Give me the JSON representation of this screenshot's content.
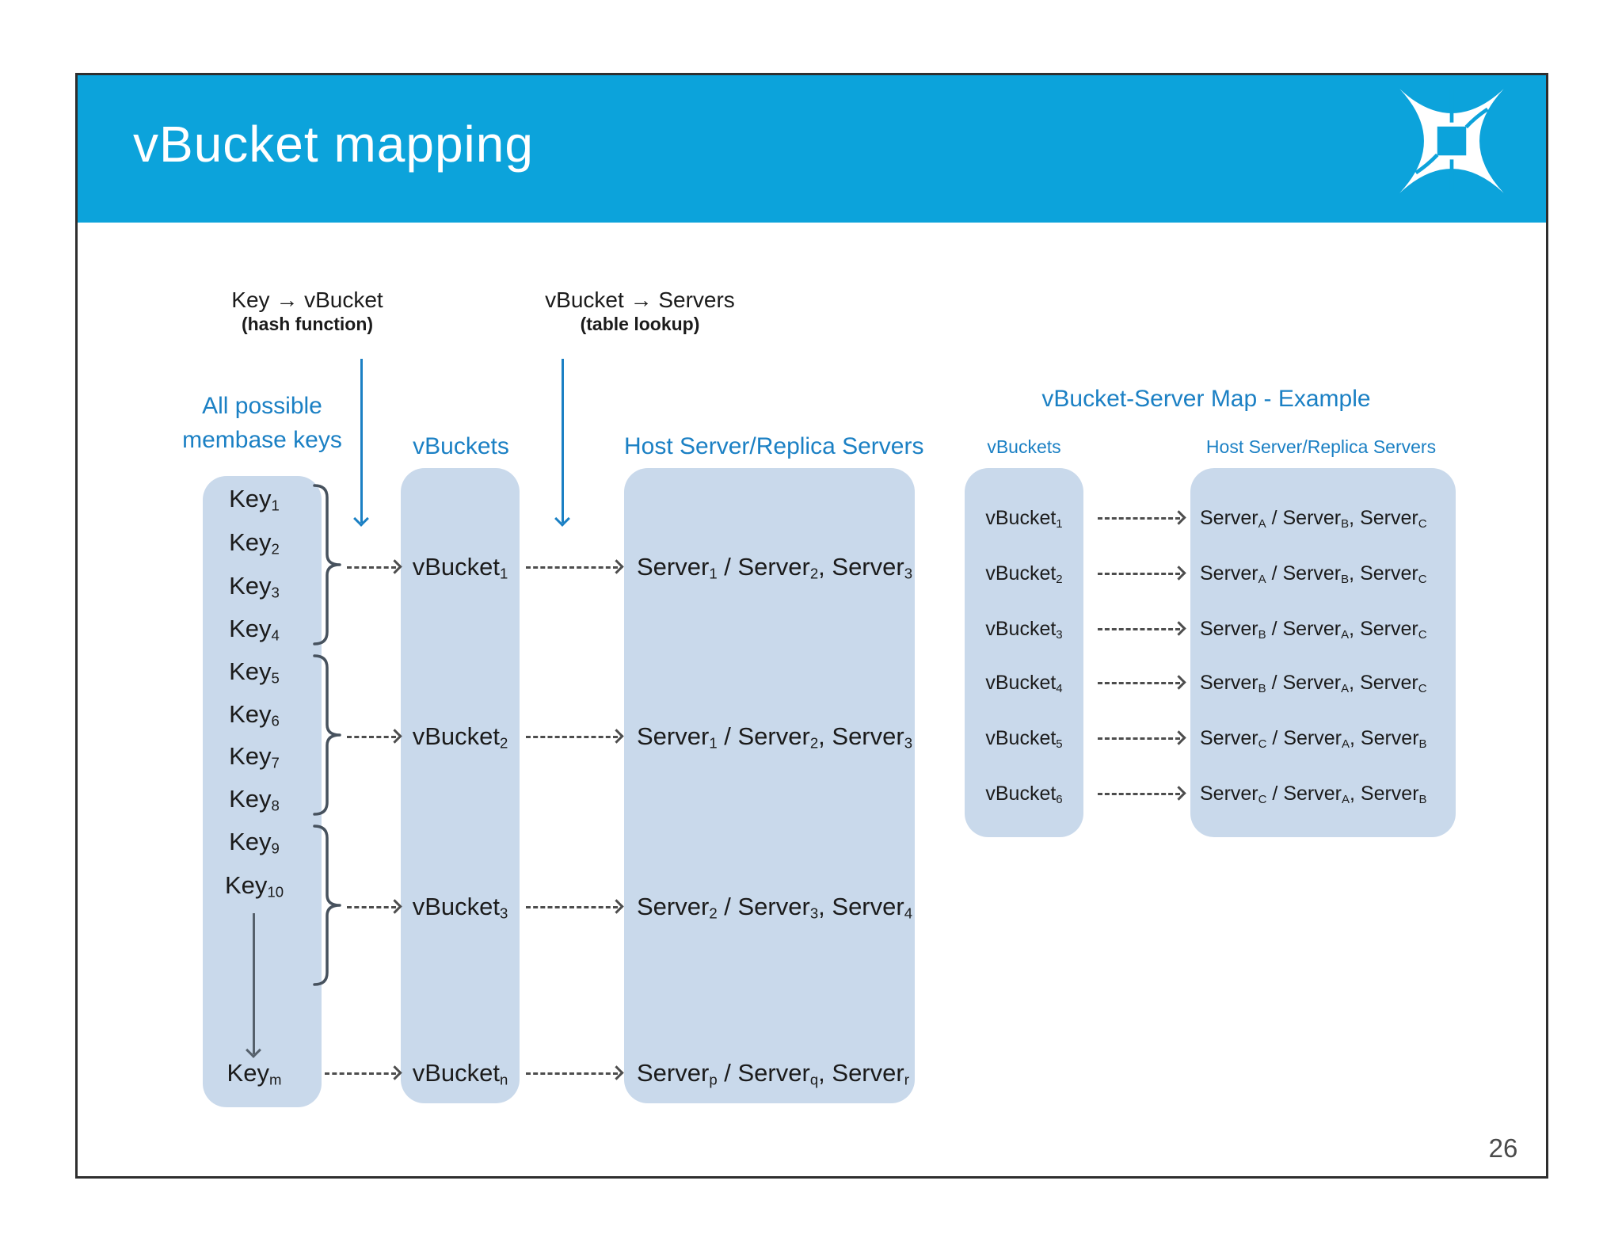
{
  "slide": {
    "title": "vBucket mapping",
    "page_number": "26",
    "logo_icon": "membase-starburst-logo"
  },
  "colors": {
    "header_blue": "#0ca3db",
    "label_blue": "#1b80c4",
    "box_fill": "#c9d9eb",
    "arrow_gray": "#4d4d4d",
    "text_dark": "#1b1b1b"
  },
  "seps": {
    "slash": " / ",
    "comma": ", "
  },
  "annotations": {
    "hash": {
      "line1": "Key → vBucket",
      "line2": "(hash function)"
    },
    "lookup": {
      "line1": "vBucket → Servers",
      "line2": "(table lookup)"
    }
  },
  "main": {
    "keys_header_line1": "All possible",
    "keys_header_line2": "membase keys",
    "vbuckets_header": "vBuckets",
    "servers_header": "Host Server/Replica Servers",
    "keys": [
      {
        "base": "Key",
        "sub": "1"
      },
      {
        "base": "Key",
        "sub": "2"
      },
      {
        "base": "Key",
        "sub": "3"
      },
      {
        "base": "Key",
        "sub": "4"
      },
      {
        "base": "Key",
        "sub": "5"
      },
      {
        "base": "Key",
        "sub": "6"
      },
      {
        "base": "Key",
        "sub": "7"
      },
      {
        "base": "Key",
        "sub": "8"
      },
      {
        "base": "Key",
        "sub": "9"
      },
      {
        "base": "Key",
        "sub": "10"
      },
      {
        "base": "Key",
        "sub": "m"
      }
    ],
    "vbuckets": [
      {
        "base": "vBucket",
        "sub": "1"
      },
      {
        "base": "vBucket",
        "sub": "2"
      },
      {
        "base": "vBucket",
        "sub": "3"
      },
      {
        "base": "vBucket",
        "sub": "n"
      }
    ],
    "server_rows": [
      {
        "host": "Server",
        "host_sub": "1",
        "rep1": "Server",
        "rep1_sub": "2",
        "rep2": "Server",
        "rep2_sub": "3"
      },
      {
        "host": "Server",
        "host_sub": "1",
        "rep1": "Server",
        "rep1_sub": "2",
        "rep2": "Server",
        "rep2_sub": "3"
      },
      {
        "host": "Server",
        "host_sub": "2",
        "rep1": "Server",
        "rep1_sub": "3",
        "rep2": "Server",
        "rep2_sub": "4"
      },
      {
        "host": "Server",
        "host_sub": "p",
        "rep1": "Server",
        "rep1_sub": "q",
        "rep2": "Server",
        "rep2_sub": "r"
      }
    ]
  },
  "example": {
    "title": "vBucket-Server Map - Example",
    "vbuckets_header": "vBuckets",
    "servers_header": "Host Server/Replica Servers",
    "rows": [
      {
        "vb": "vBucket",
        "vb_sub": "1",
        "host": "Server",
        "host_sub": "A",
        "rep1": "Server",
        "rep1_sub": "B",
        "rep2": "Server",
        "rep2_sub": "C"
      },
      {
        "vb": "vBucket",
        "vb_sub": "2",
        "host": "Server",
        "host_sub": "A",
        "rep1": "Server",
        "rep1_sub": "B",
        "rep2": "Server",
        "rep2_sub": "C"
      },
      {
        "vb": "vBucket",
        "vb_sub": "3",
        "host": "Server",
        "host_sub": "B",
        "rep1": "Server",
        "rep1_sub": "A",
        "rep2": "Server",
        "rep2_sub": "C"
      },
      {
        "vb": "vBucket",
        "vb_sub": "4",
        "host": "Server",
        "host_sub": "B",
        "rep1": "Server",
        "rep1_sub": "A",
        "rep2": "Server",
        "rep2_sub": "C"
      },
      {
        "vb": "vBucket",
        "vb_sub": "5",
        "host": "Server",
        "host_sub": "C",
        "rep1": "Server",
        "rep1_sub": "A",
        "rep2": "Server",
        "rep2_sub": "B"
      },
      {
        "vb": "vBucket",
        "vb_sub": "6",
        "host": "Server",
        "host_sub": "C",
        "rep1": "Server",
        "rep1_sub": "A",
        "rep2": "Server",
        "rep2_sub": "B"
      }
    ]
  }
}
